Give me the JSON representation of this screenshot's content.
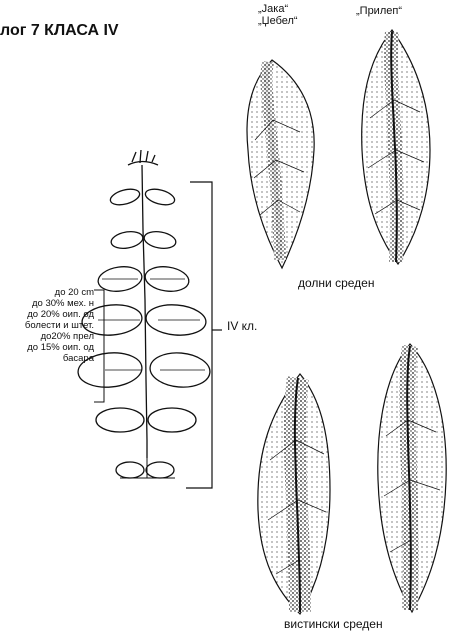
{
  "title": "лог 7 КЛАСА IV",
  "varieties": [
    {
      "lines": [
        "„Јака“",
        "„Џебел“"
      ]
    },
    {
      "lines": [
        "„Прилеп“"
      ]
    }
  ],
  "leaf_labels": {
    "upper_middle": "долни среден",
    "true_middle": "вистински среден"
  },
  "class_label": "IV кл.",
  "annotation": [
    "до 20 cm",
    "до 30% мех. н",
    "до 20% оип. од",
    "болести и штет.",
    "до20% прел",
    "до 15% оип. од",
    "басара"
  ],
  "colors": {
    "ink": "#111111",
    "background": "#ffffff"
  }
}
